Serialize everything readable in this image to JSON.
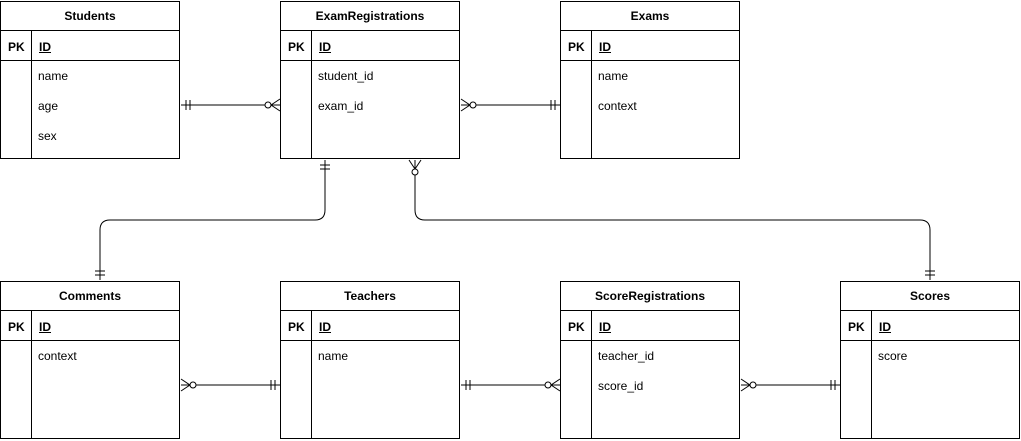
{
  "entities": {
    "students": {
      "title": "Students",
      "pk_label": "PK",
      "pk_name": "ID",
      "fields": [
        "name",
        "age",
        "sex"
      ]
    },
    "exam_registrations": {
      "title": "ExamRegistrations",
      "pk_label": "PK",
      "pk_name": "ID",
      "fields": [
        "student_id",
        "exam_id"
      ]
    },
    "exams": {
      "title": "Exams",
      "pk_label": "PK",
      "pk_name": "ID",
      "fields": [
        "name",
        "context"
      ]
    },
    "comments": {
      "title": "Comments",
      "pk_label": "PK",
      "pk_name": "ID",
      "fields": [
        "context"
      ]
    },
    "teachers": {
      "title": "Teachers",
      "pk_label": "PK",
      "pk_name": "ID",
      "fields": [
        "name"
      ]
    },
    "score_registrations": {
      "title": "ScoreRegistrations",
      "pk_label": "PK",
      "pk_name": "ID",
      "fields": [
        "teacher_id",
        "score_id"
      ]
    },
    "scores": {
      "title": "Scores",
      "pk_label": "PK",
      "pk_name": "ID",
      "fields": [
        "score"
      ]
    }
  }
}
